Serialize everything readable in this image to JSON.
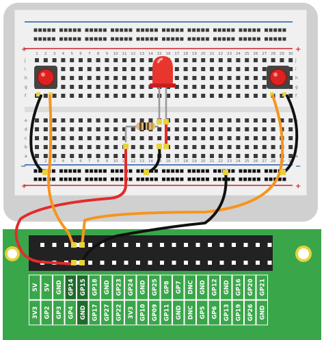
{
  "breadboard": {
    "row_letters_top": [
      "j",
      "i",
      "h",
      "g",
      "f"
    ],
    "row_letters_bottom": [
      "e",
      "d",
      "c",
      "b",
      "a"
    ],
    "column_numbers": [
      "1",
      "2",
      "3",
      "4",
      "5",
      "6",
      "7",
      "8",
      "9",
      "10",
      "11",
      "12",
      "13",
      "14",
      "15",
      "16",
      "17",
      "18",
      "19",
      "20",
      "21",
      "22",
      "23",
      "24",
      "25",
      "26",
      "27",
      "28",
      "29",
      "30"
    ],
    "rail_plus": "+",
    "rail_minus": "−"
  },
  "gpio": {
    "top_row": [
      "5V",
      "5V",
      "GND",
      "GP14",
      "GP15",
      "GP18",
      "GND",
      "GP23",
      "GP24",
      "GND",
      "GP25",
      "GP8",
      "GP7",
      "DNC",
      "GND",
      "GP12",
      "GND",
      "GP16",
      "GP20",
      "GP21"
    ],
    "bottom_row": [
      "3V3",
      "GP2",
      "GP3",
      "GP4",
      "GND",
      "GP17",
      "GP27",
      "GP22",
      "3V3",
      "GP10",
      "GP09",
      "GP11",
      "GND",
      "DNC",
      "GP5",
      "GP6",
      "GP13",
      "GP19",
      "GP26",
      "GND"
    ],
    "highlighted": [
      "GP14",
      "GP15",
      "GND"
    ]
  },
  "colors": {
    "board_green": "#3aa64a",
    "wire_red": "#e32b2b",
    "wire_orange": "#f7941d",
    "wire_black": "#111111",
    "led_red": "#e8362f",
    "button_red": "#dd2222"
  }
}
